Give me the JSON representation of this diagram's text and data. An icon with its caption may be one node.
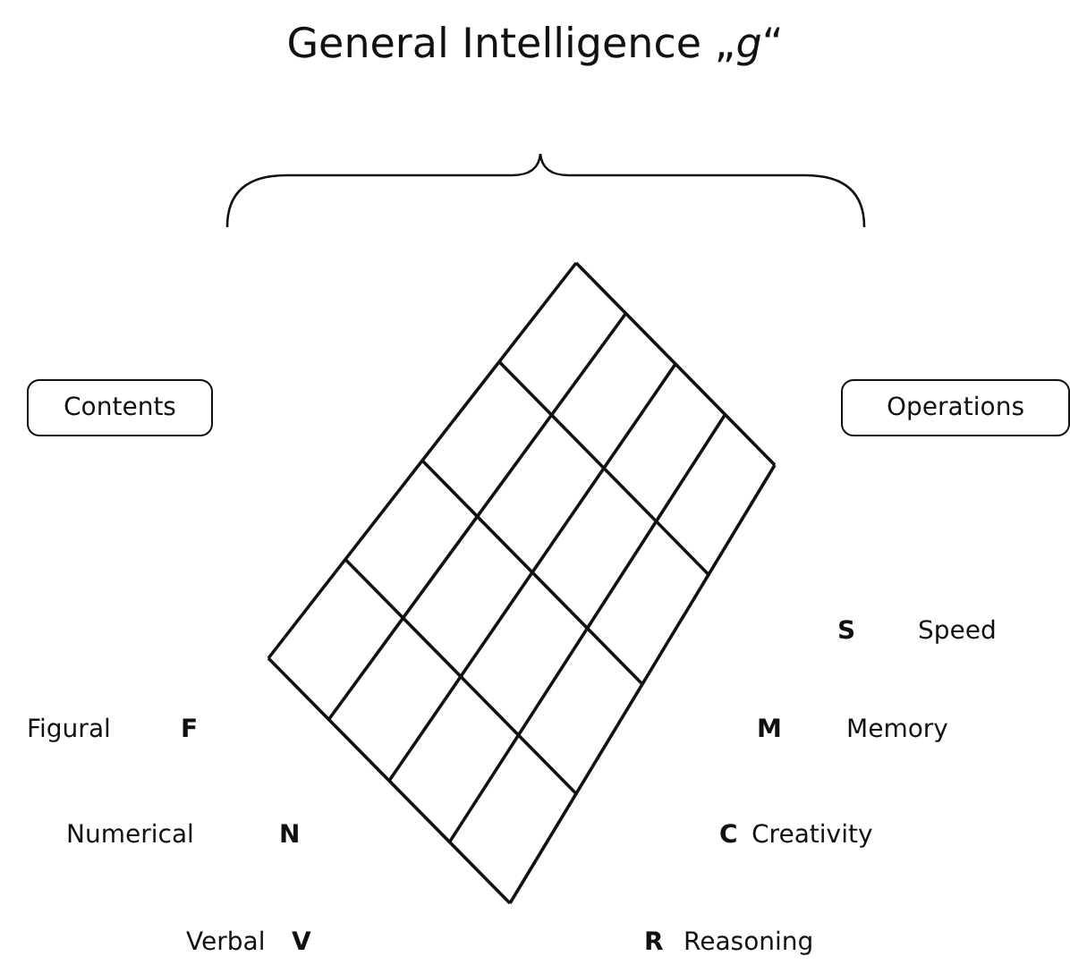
{
  "diagram": {
    "title": "General Intelligence „*g*“",
    "nodes": [
      {
        "text": [
          "Contents"
        ]
      },
      {
        "text": [
          "Operations"
        ]
      }
    ],
    "edges": [],
    "labels": [
      "S",
      "Speed",
      "Figural",
      "F",
      "M",
      "Memory",
      "Numerical",
      "N",
      "C",
      "Creativity",
      "Verbal",
      "V",
      "R",
      "Reasoning"
    ]
  }
}
